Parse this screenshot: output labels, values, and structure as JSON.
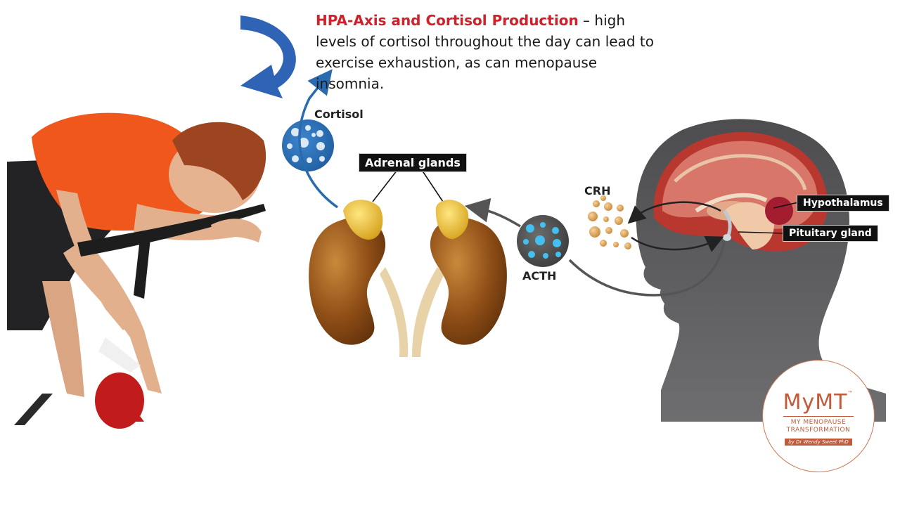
{
  "headline": {
    "title": "HPA-Axis and Cortisol Production",
    "body": " – high levels of cortisol throughout the day can lead to exercise exhaustion, as can menopause insomnia."
  },
  "labels": {
    "cortisol": "Cortisol",
    "adrenal_glands": "Adrenal glands",
    "crh": "CRH",
    "acth": "ACTH",
    "hypothalamus": "Hypothalamus",
    "pituitary_gland": "Pituitary gland"
  },
  "logo": {
    "brand": "MyMT",
    "trademark": "™",
    "tagline_1": "MY MENOPAUSE",
    "tagline_2": "TRANSFORMATION",
    "byline": "by Dr Wendy Sweet PhD"
  },
  "colors": {
    "title_red": "#d0202a",
    "arrow_blue": "#2a6bb0",
    "kidney_brown": "#8a4a14",
    "gland_yellow": "#e7b52a",
    "head_gray": "#5d5d5f",
    "logo_rust": "#c05a3a"
  }
}
